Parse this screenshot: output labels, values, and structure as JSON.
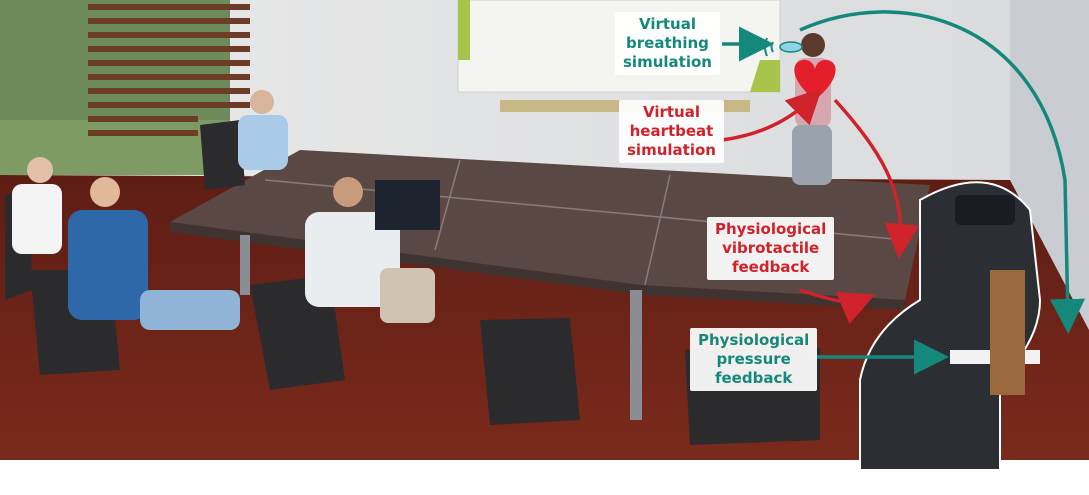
{
  "labels": {
    "breathing": {
      "line1": "Virtual",
      "line2": "breathing",
      "line3": "simulation"
    },
    "heartbeat": {
      "line1": "Virtual",
      "line2": "heartbeat",
      "line3": "simulation"
    },
    "vibrotactile": {
      "line1": "Physiological",
      "line2": "vibrotactile",
      "line3": "feedback"
    },
    "pressure": {
      "line1": "Physiological",
      "line2": "pressure",
      "line3": "feedback"
    }
  },
  "colors": {
    "teal": "#14897b",
    "red": "#d0222b"
  }
}
